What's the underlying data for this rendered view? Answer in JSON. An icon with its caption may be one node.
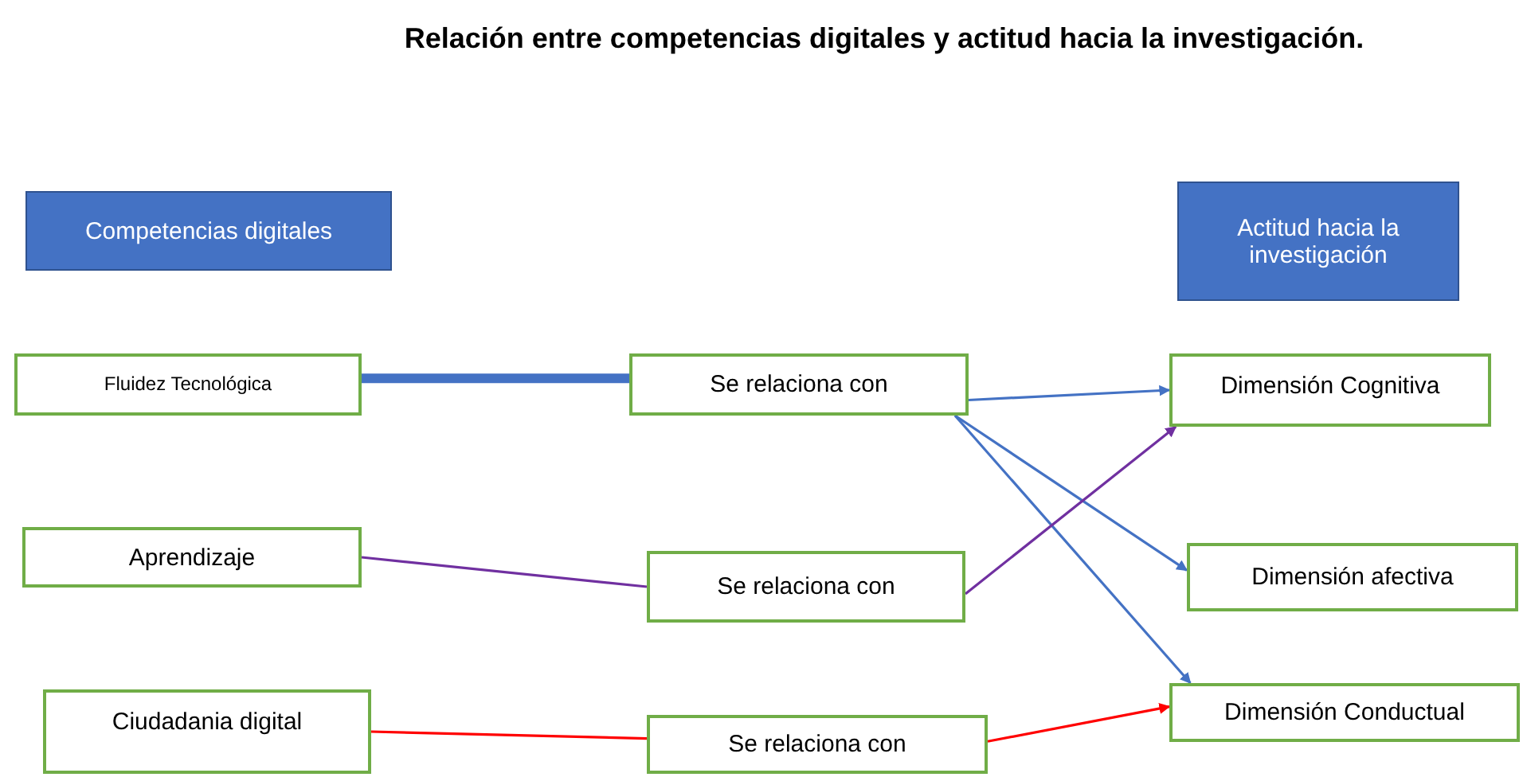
{
  "diagram": {
    "title": "Relación entre competencias digitales  y actitud hacia la investigación.",
    "nodes": [
      {
        "text": [
          "Competencias digitales"
        ]
      },
      {
        "text": [
          "Actitud hacia la investigación"
        ]
      },
      {
        "text": [
          "Fluidez Tecnológica"
        ]
      },
      {
        "text": [
          "Se relaciona con"
        ]
      },
      {
        "text": [
          "Aprendizaje"
        ]
      },
      {
        "text": [
          "Se relaciona con"
        ]
      },
      {
        "text": [
          "Ciudadania digital"
        ]
      },
      {
        "text": [
          "Se relaciona con"
        ]
      },
      {
        "text": [
          "Dimensión Cognitiva"
        ]
      },
      {
        "text": [
          "Dimensión afectiva"
        ]
      },
      {
        "text": [
          "Dimensión  Conductual"
        ]
      }
    ],
    "edges": [
      {
        "from": 2,
        "to": 3,
        "arrow": "none",
        "style": "thick"
      },
      {
        "from": 4,
        "to": 5,
        "arrow": "none",
        "color": "#7030a0"
      },
      {
        "from": 6,
        "to": 7,
        "arrow": "none",
        "color": "#ff0000"
      },
      {
        "from": 3,
        "to": 8,
        "arrow": "to"
      },
      {
        "from": 3,
        "to": 9,
        "arrow": "to"
      },
      {
        "from": 3,
        "to": 10,
        "arrow": "to"
      },
      {
        "from": 5,
        "to": 8,
        "arrow": "to",
        "color": "#7030a0"
      },
      {
        "from": 7,
        "to": 10,
        "arrow": "to",
        "color": "#ff0000"
      }
    ]
  }
}
